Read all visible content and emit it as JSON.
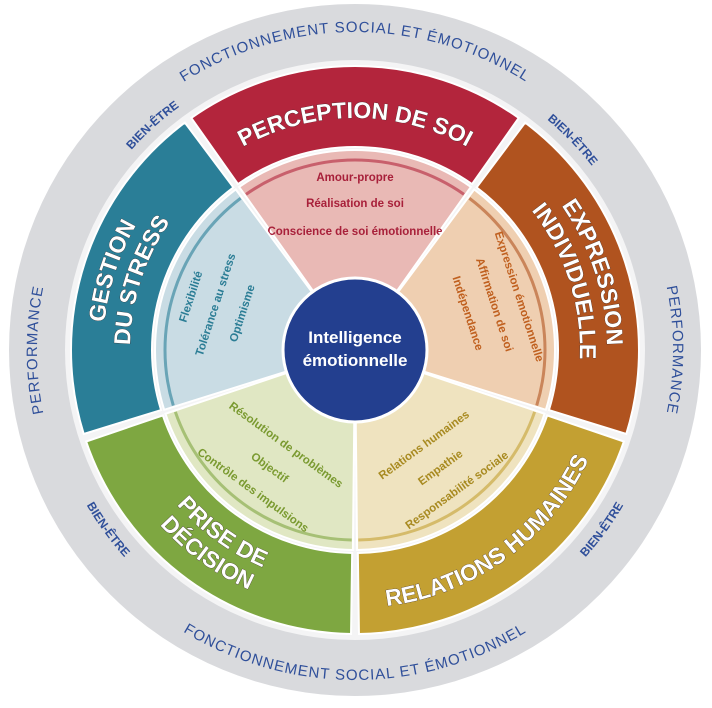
{
  "outer_ring": {
    "top": "FONCTIONNEMENT SOCIAL ET ÉMOTIONNEL",
    "bottom": "FONCTIONNEMENT SOCIAL ET ÉMOTIONNEL",
    "left": "PERFORMANCE",
    "right": "PERFORMANCE",
    "bien_etre": [
      "BIEN-ÊTRE",
      "BIEN-ÊTRE",
      "BIEN-ÊTRE",
      "BIEN-ÊTRE"
    ]
  },
  "center": {
    "line1": "Intelligence",
    "line2": "émotionnelle",
    "color": "#233f8f"
  },
  "sectors": [
    {
      "id": "perception-de-soi",
      "title": [
        "PERCEPTION DE SOI"
      ],
      "color": "#b3253c",
      "light": "#e9b9b5",
      "text_color": "#a8203a",
      "items": [
        "Amour-propre",
        "Réalisation de soi",
        "Conscience de soi émotionnelle"
      ]
    },
    {
      "id": "expression-individuelle",
      "title": [
        "EXPRESSION",
        "INDIVIDUELLE"
      ],
      "color": "#b0531f",
      "light": "#efcfb1",
      "text_color": "#c0601f",
      "items": [
        "Expression émotionnelle",
        "Affirmation de soi",
        "Indépendance"
      ]
    },
    {
      "id": "relations-humaines",
      "title": [
        "RELATIONS HUMAINES"
      ],
      "color": "#c3a032",
      "light": "#efe3bf",
      "text_color": "#a88a20",
      "items": [
        "Relations humaines",
        "Empathie",
        "Responsabilité sociale"
      ]
    },
    {
      "id": "prise-de-decision",
      "title": [
        "PRISE DE",
        "DÉCISION"
      ],
      "color": "#7ea741",
      "light": "#e0e7c3",
      "text_color": "#7a9a30",
      "items": [
        "Résolution de problèmes",
        "Objectif",
        "Contrôle des impulsions"
      ]
    },
    {
      "id": "gestion-du-stress",
      "title": [
        "GESTION",
        "DU STRESS"
      ],
      "color": "#2a7e97",
      "light": "#c9dce4",
      "text_color": "#2b7d95",
      "items": [
        "Flexibilité",
        "Tolérance au stress",
        "Optimisme"
      ]
    }
  ]
}
